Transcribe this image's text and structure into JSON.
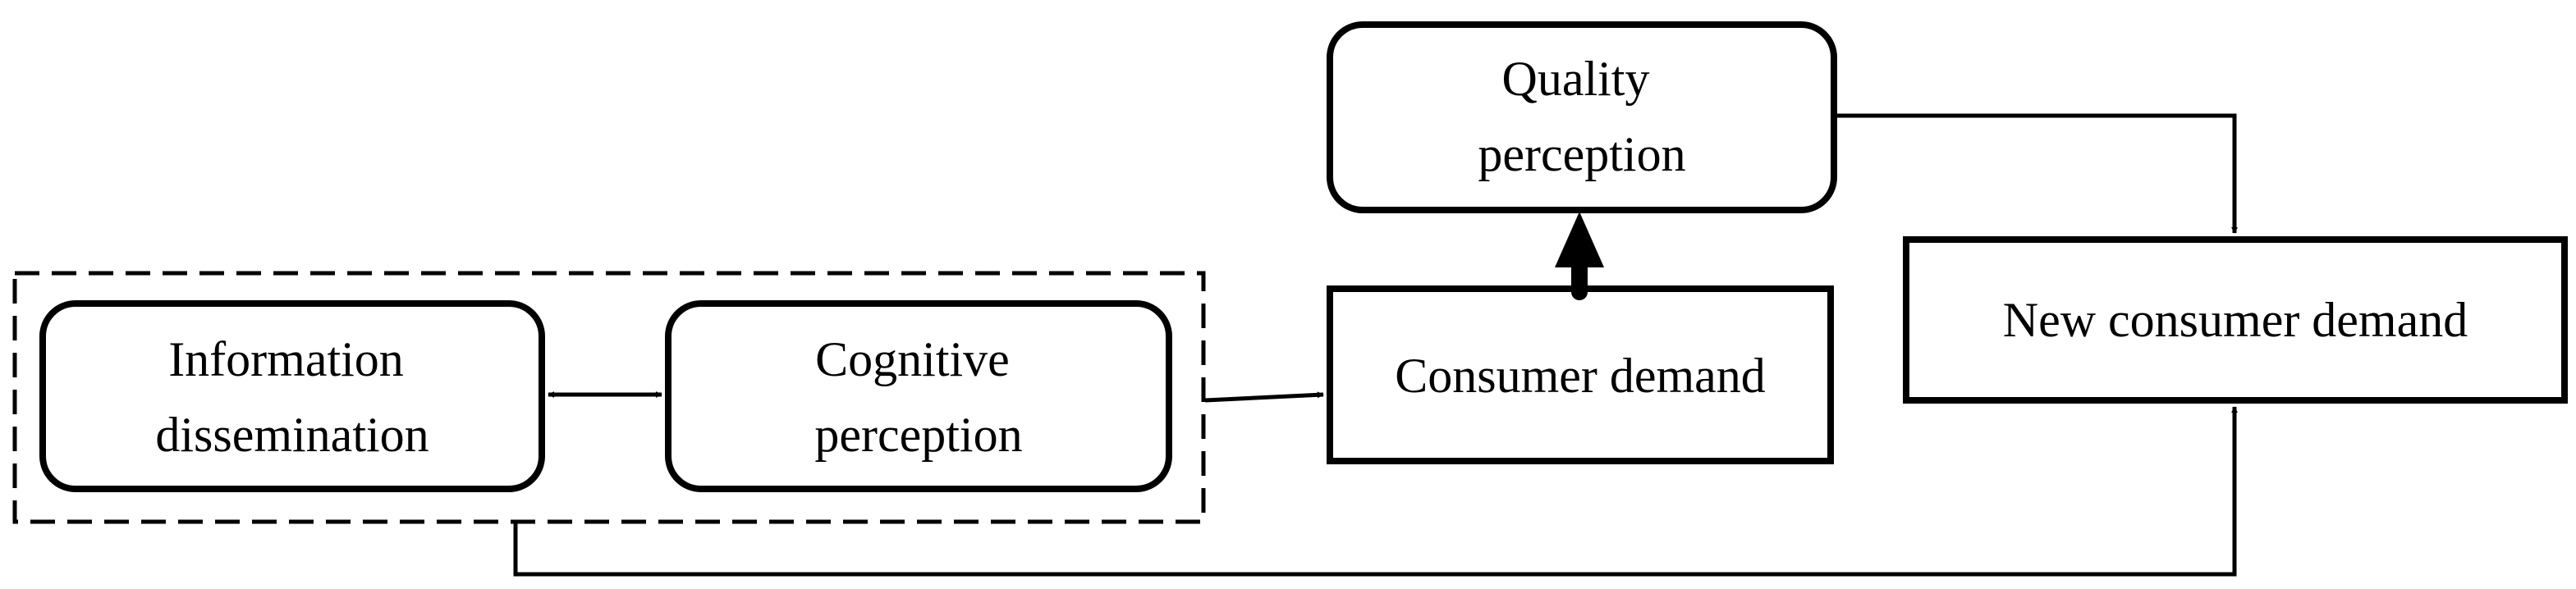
{
  "diagram": {
    "nodes": {
      "information_dissemination": {
        "lines": [
          "Information",
          "dissemination"
        ]
      },
      "cognitive_perception": {
        "lines": [
          "Cognitive",
          "perception"
        ]
      },
      "consumer_demand": {
        "lines": [
          "Consumer demand"
        ]
      },
      "quality_perception": {
        "lines": [
          "Quality",
          "perception"
        ]
      },
      "new_consumer_demand": {
        "lines": [
          "New consumer demand"
        ]
      }
    },
    "colors": {
      "stroke": "#000000",
      "background": "#ffffff"
    }
  }
}
